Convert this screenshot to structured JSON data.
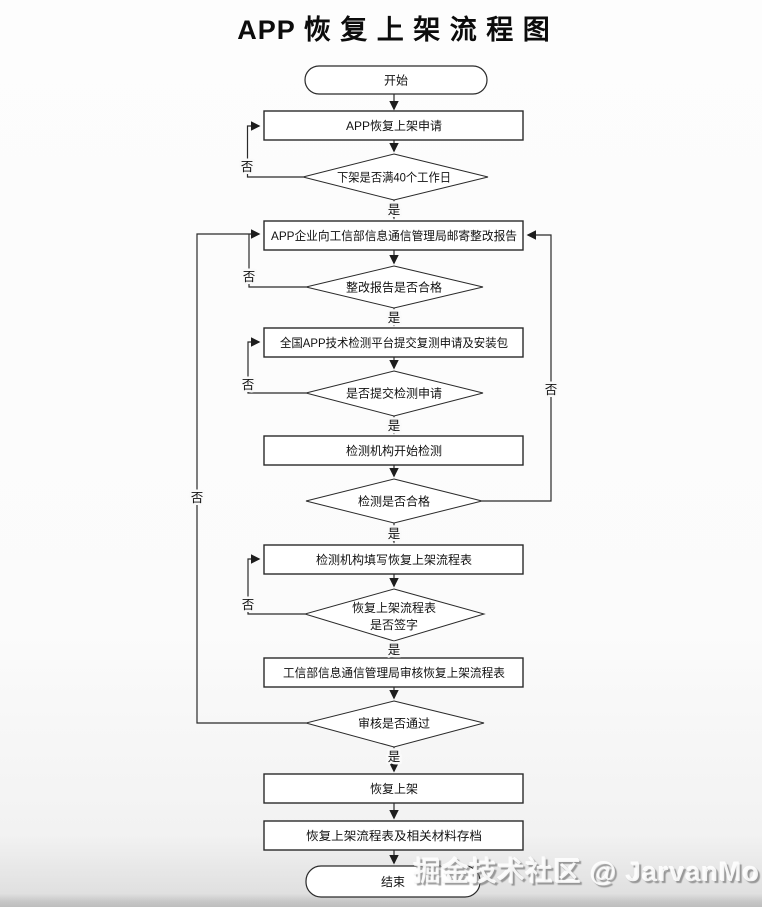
{
  "title": "APP 恢 复 上 架 流 程 图",
  "watermark": "掘金技术社区 @ JarvanMo",
  "labels": {
    "yes": "是",
    "no": "否"
  },
  "nodes": {
    "start": "开始",
    "apply": "APP恢复上架申请",
    "decision_days": "下架是否满40个工作日",
    "mail_report": "APP企业向工信部信息通信管理局邮寄整改报告",
    "decision_report": "整改报告是否合格",
    "submit_retest": "全国APP技术检测平台提交复测申请及安装包",
    "decision_submit": "是否提交检测申请",
    "testing_start": "检测机构开始检测",
    "decision_test": "检测是否合格",
    "fill_form": "检测机构填写恢复上架流程表",
    "decision_sign_line1": "恢复上架流程表",
    "decision_sign_line2": "是否签字",
    "review_form": "工信部信息通信管理局审核恢复上架流程表",
    "decision_review": "审核是否通过",
    "relist": "恢复上架",
    "archive": "恢复上架流程表及相关材料存档",
    "end": "结束"
  },
  "colors": {
    "line": "#2a2a2a",
    "node_fill": "#ffffff",
    "node_border": "#2a2a2a",
    "background": "#fafafa"
  }
}
